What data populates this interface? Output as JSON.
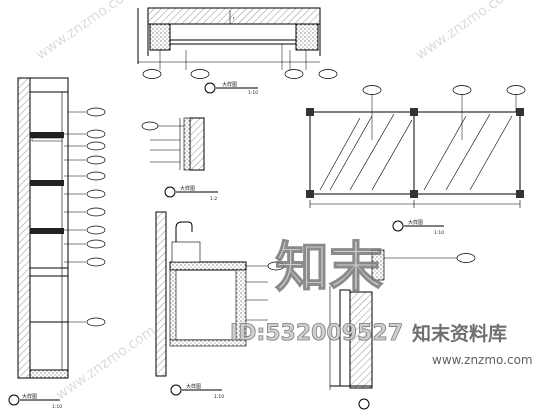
{
  "views": {
    "top_section": {
      "title": "大样图",
      "scale": "1:10"
    },
    "left_elevation": {
      "title": "大样图",
      "scale": "1:10"
    },
    "wall_section": {
      "title": "大样图",
      "scale": "1:2"
    },
    "glass_plan": {
      "title": "大样图",
      "scale": "1:10"
    },
    "washbasin_section": {
      "title": "大样图",
      "scale": "1:10"
    }
  },
  "watermark": {
    "logo": "知末",
    "id": "ID:532009527",
    "brand": "知末资料库",
    "url": "www.znzmo.com"
  }
}
